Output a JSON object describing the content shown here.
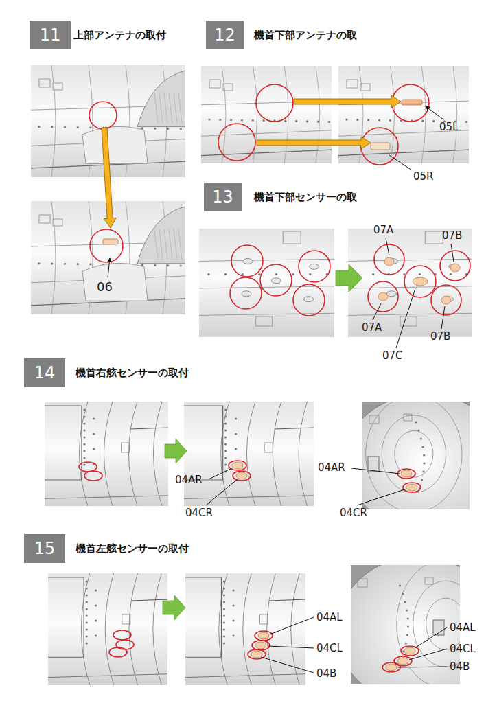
{
  "diagram": {
    "nodes": [
      {
        "text": [
          "11",
          "上部アンテナの取付"
        ]
      },
      {
        "text": [
          "12",
          "機首下部アンテナの取"
        ]
      },
      {
        "text": [
          "13",
          "機首下部センサーの取"
        ]
      },
      {
        "text": [
          "14",
          "機首右舷センサーの取付"
        ]
      },
      {
        "text": [
          "15",
          "機首左舷センサーの取付"
        ]
      }
    ],
    "edges": [],
    "labels": [
      "06",
      "05L",
      "05R",
      "07A",
      "07B",
      "07A",
      "07B",
      "07C",
      "04AR",
      "04CR",
      "04AR",
      "04CR",
      "04AL",
      "04CL",
      "04B",
      "04AL",
      "04CL",
      "04B"
    ]
  }
}
